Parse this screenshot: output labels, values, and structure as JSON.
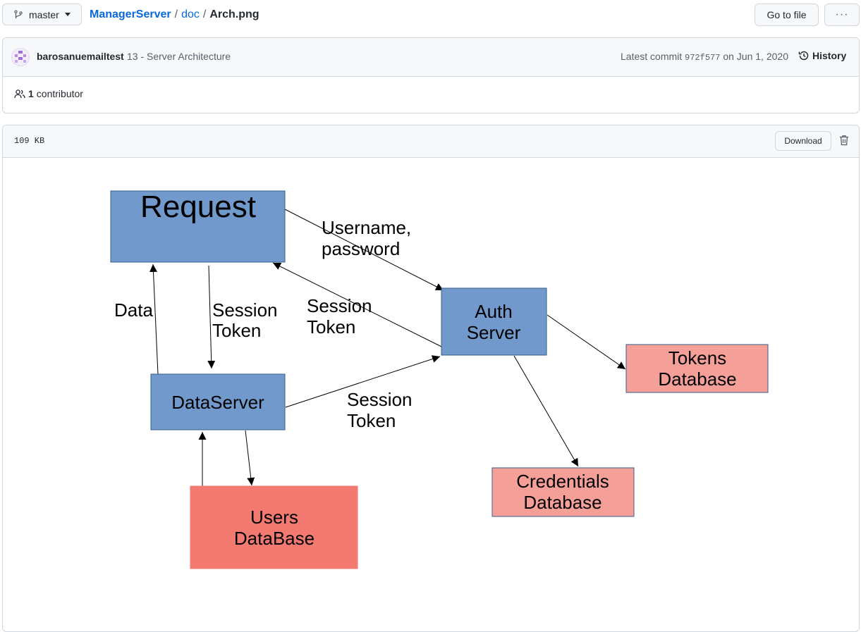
{
  "toolbar": {
    "branch": "master",
    "repo": "ManagerServer",
    "sep1": "/",
    "folder": "doc",
    "sep2": "/",
    "file": "Arch.png",
    "go_to_file": "Go to file",
    "more": "···"
  },
  "commit": {
    "author": "barosanuemailtest",
    "message": "13 - Server Architecture",
    "latest_prefix": "Latest commit",
    "sha": "972f577",
    "date": "on Jun 1, 2020",
    "history": "History",
    "contributors_count": "1",
    "contributors_label": "contributor"
  },
  "file": {
    "size": "109 KB",
    "download": "Download"
  },
  "colors": {
    "server_blue": "#7199cb",
    "db_pink": "#f4a099",
    "users_db_red": "#f27a70",
    "link_blue": "#0969da"
  },
  "diagram": {
    "nodes": {
      "request": "Request",
      "auth_1": "Auth",
      "auth_2": "Server",
      "dataserver": "DataServer",
      "tokens_1": "Tokens",
      "tokens_2": "Database",
      "cred_1": "Credentials",
      "cred_2": "Database",
      "users_1": "Users",
      "users_2": "DataBase"
    },
    "labels": {
      "userpass_1": "Username,",
      "userpass_2": "password",
      "data": "Data",
      "st1_1": "Session",
      "st1_2": "Token",
      "st2_1": "Session",
      "st2_2": "Token",
      "st3_1": "Session",
      "st3_2": "Token"
    }
  }
}
